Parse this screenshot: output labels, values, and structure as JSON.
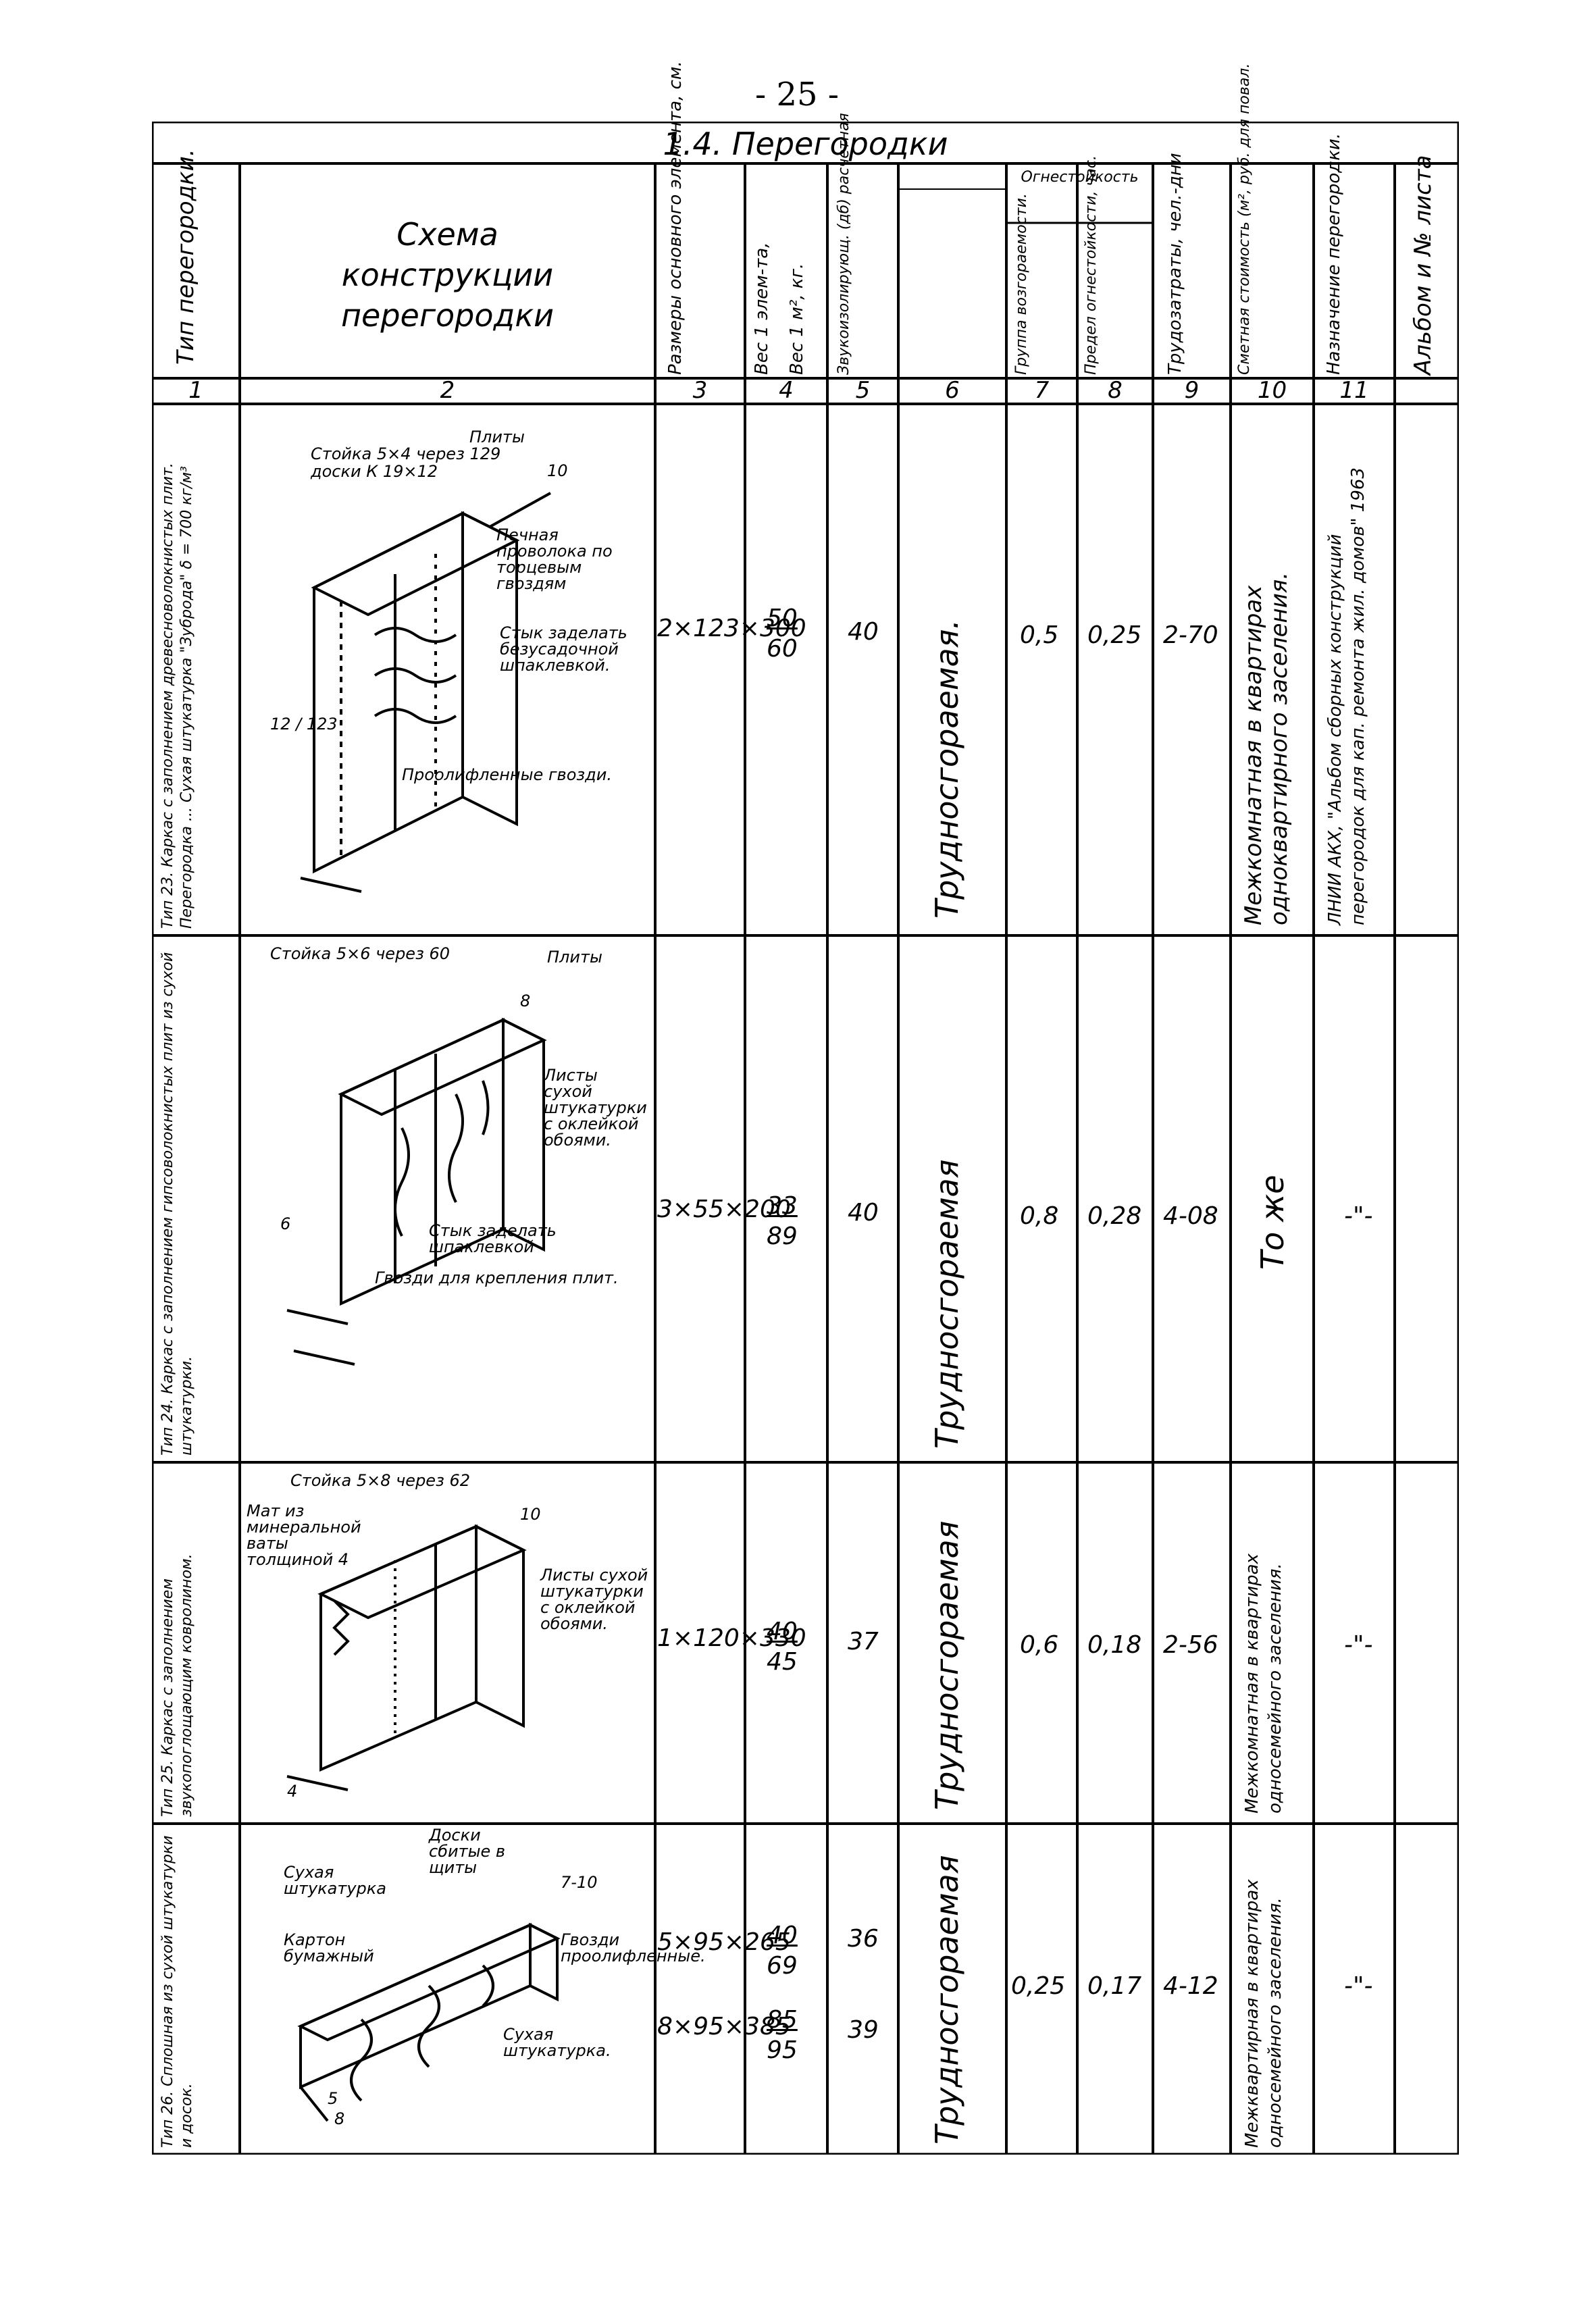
{
  "page_number": "- 25 -",
  "section_title": "1.4. Перегородки",
  "headers": {
    "type": "Тип перегородки.",
    "scheme_line1": "Схема",
    "scheme_line2": "конструкции",
    "scheme_line3": "перегородки",
    "sizes": "Размеры основного элемента, см.",
    "weight_elem": "Вес 1 элем-та,",
    "weight_m2": "Вес 1 м², кг.",
    "sound": "Звукоизолирующ. (дб) расчетная",
    "fire_group": "Огнестойкость",
    "fire_flammability": "Группа возгораемости.",
    "fire_limit": "Предел огнестойкости, час.",
    "labor": "Трудозатраты, чел.-дни",
    "cost": "Сметная стоимость (м², руб. для повал.",
    "purpose": "Назначение перегородки.",
    "album": "Альбом и № листа"
  },
  "column_numbers": [
    "1",
    "2",
    "3",
    "4",
    "5",
    "6",
    "7",
    "8",
    "9",
    "10",
    "11"
  ],
  "rows": [
    {
      "type": "Тип 23. Каркас с заполнением древесноволокнистых плит. Перегородка ... Сухая штукатурка \"Зуброда\" δ = 700 кг/м³",
      "labels": [
        "Стойка 5×4 через 129",
        "доски К 19×12",
        "Плиты",
        "10",
        "Печная проволока по торцевым гвоздям",
        "Стык заделать безусадочной шпаклевкой.",
        "Проолифленные гвозди.",
        "12 / 123"
      ],
      "size": "2×123×300",
      "weight_num": "50",
      "weight_den": "60",
      "sound": "40",
      "flammability": "Трудносгораемая.",
      "fire_limit": "0,5",
      "labor": "0,25",
      "cost": "2-70",
      "purpose": "Межкомнатная в квартирах одноквартирного заселения.",
      "album": "ЛНИИ АКХ, \"Альбом сборных конструкций перегородок для кап. ремонта жил. домов\" 1963"
    },
    {
      "type": "Тип 24. Каркас с заполнением гипсоволокнистых плит из сухой штукатурки.",
      "labels": [
        "Стойка 5×6 через 60",
        "Плиты",
        "8",
        "Листы сухой штукатурки с оклейкой обоями.",
        "6",
        "Стык заделать шпаклевкой",
        "Гвозди для крепления плит."
      ],
      "size": "3×55×200",
      "weight_num": "33",
      "weight_den": "89",
      "sound": "40",
      "flammability": "Трудносгораемая",
      "fire_limit": "0,8",
      "labor": "0,28",
      "cost": "4-08",
      "purpose": "То же",
      "album": "-\"-"
    },
    {
      "type": "Тип 25. Каркас с заполнением звукопоглощающим ковролином.",
      "labels": [
        "Стойка 5×8 через 62",
        "Мат из минеральной ваты толщиной 4",
        "10",
        "Листы сухой штукатурки с оклейкой обоями.",
        "4"
      ],
      "size": "1×120×330",
      "weight_num": "40",
      "weight_den": "45",
      "sound": "37",
      "flammability": "Трудносгораемая",
      "fire_limit": "0,6",
      "labor": "0,18",
      "cost": "2-56",
      "purpose": "Межкомнатная в квартирах односемейного заселения.",
      "album": "-\"-"
    },
    {
      "type": "Тип 26. Сплошная из сухой штукатурки и досок.",
      "labels": [
        "Доски сбитые в щиты",
        "Сухая штукатурка",
        "Картон бумажный",
        "7-10",
        "Гвозди проолифленные.",
        "Сухая штукатурка.",
        "5",
        "8"
      ],
      "size": "5×95×265",
      "size2": "8×95×385",
      "weight_num": "40",
      "weight_den": "69",
      "weight_num2": "85",
      "weight_den2": "95",
      "sound": "36",
      "sound2": "39",
      "flammability": "Трудносгораемая",
      "fire_limit": "0,25",
      "labor": "0,17",
      "cost": "4-12",
      "purpose": "Межквартирная в квартирах односемейного заселения.",
      "album": "-\"-"
    }
  ]
}
